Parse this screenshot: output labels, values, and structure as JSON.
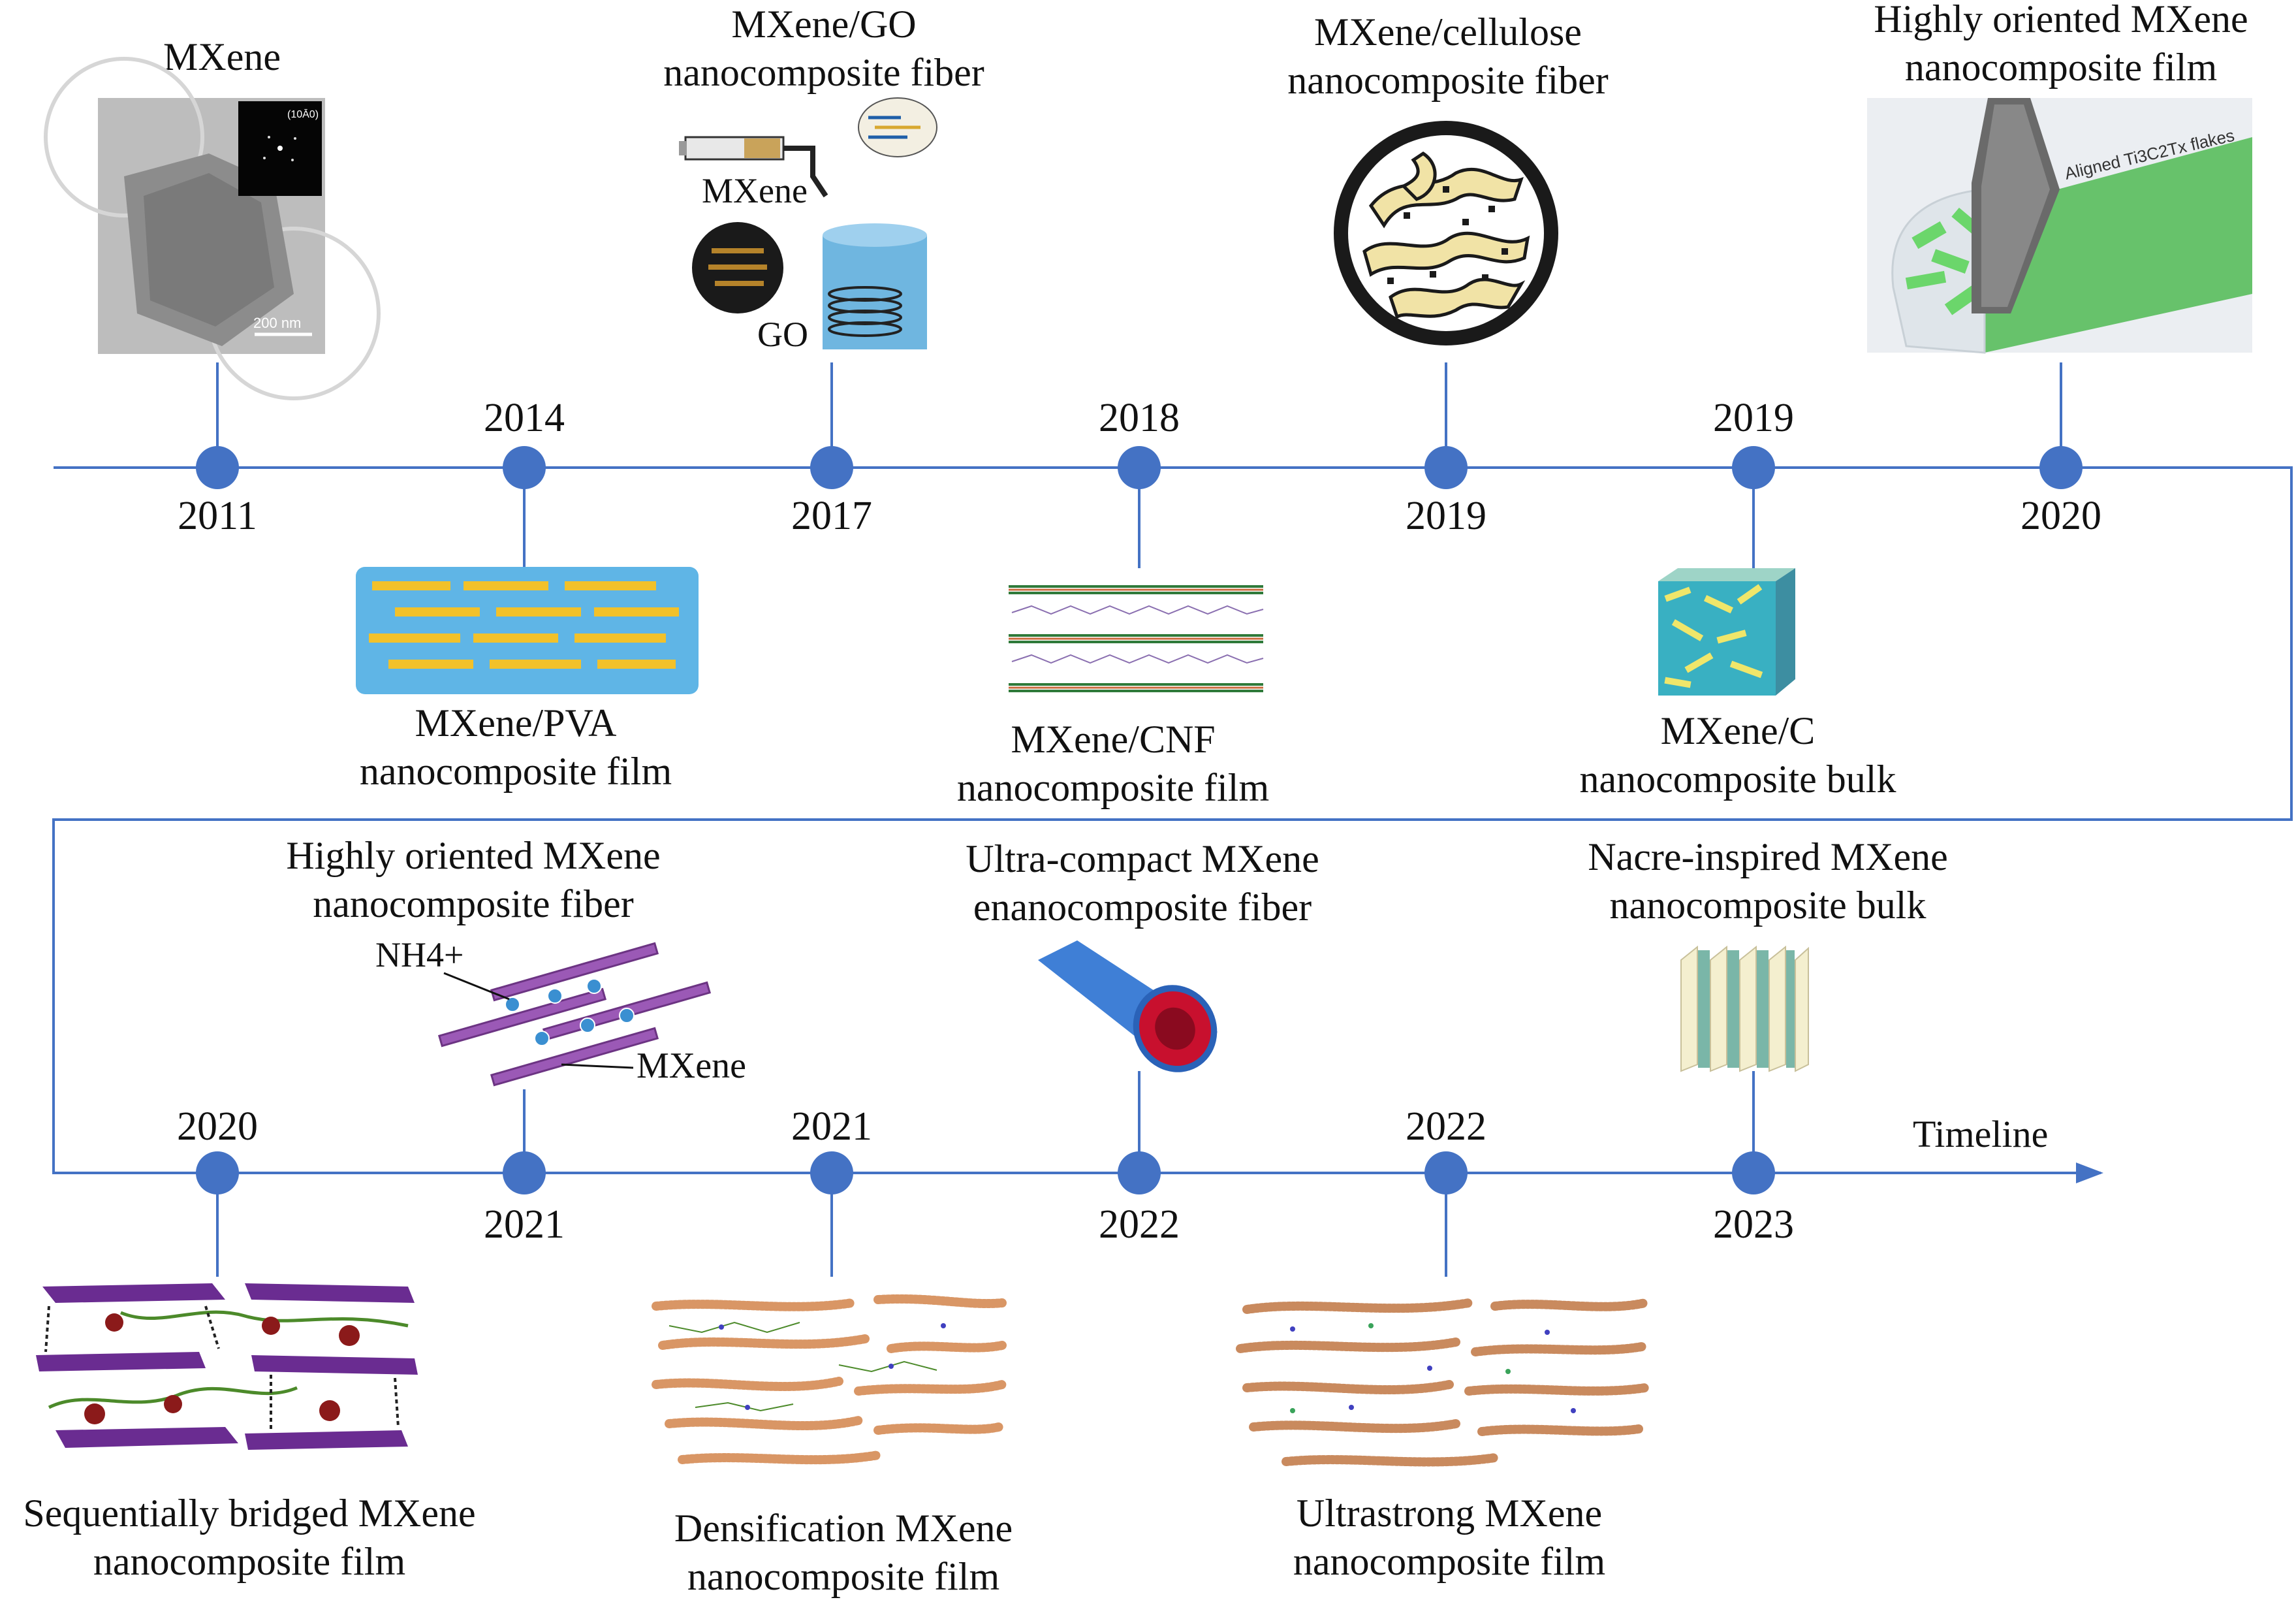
{
  "row1": {
    "years_below": [
      "2011",
      "2017",
      "2019",
      "2020"
    ],
    "years_above": [
      "2014",
      "2018",
      "2019"
    ],
    "labels_top": [
      {
        "l1": "MXene",
        "l2": ""
      },
      {
        "l1": "MXene/GO",
        "l2": "nanocomposite fiber"
      },
      {
        "l1": "MXene/cellulose",
        "l2": "nanocomposite fiber"
      },
      {
        "l1": "Highly oriented MXene",
        "l2": "nanocomposite film"
      }
    ],
    "labels_bottom": [
      {
        "l1": "MXene/PVA",
        "l2": "nanocomposite film"
      },
      {
        "l1": "MXene/CNF",
        "l2": "nanocomposite film"
      },
      {
        "l1": "MXene/C",
        "l2": "nanocomposite bulk"
      }
    ]
  },
  "row2": {
    "years_above": [
      "2020",
      "2021",
      "2022"
    ],
    "years_below": [
      "2021",
      "2022",
      "2023"
    ],
    "labels_top": [
      {
        "l1": "Highly oriented MXene",
        "l2": "nanocomposite fiber"
      },
      {
        "l1": "Ultra-compact MXene",
        "l2": "enanocomposite fiber"
      },
      {
        "l1": "Nacre-inspired MXene",
        "l2": "nanocomposite bulk"
      }
    ],
    "labels_bottom": [
      {
        "l1": "Sequentially bridged MXene",
        "l2": "nanocomposite film"
      },
      {
        "l1": "Densification MXene",
        "l2": "nanocomposite film"
      },
      {
        "l1": "Ultrastrong MXene",
        "l2": "nanocomposite film"
      }
    ]
  },
  "image_text": {
    "tem_scale": "200 nm",
    "tem_diffraction": "(10Ā0)",
    "go_mxene": "MXene",
    "go_go": "GO",
    "aligned": "Aligned Ti3C2Tx flakes",
    "nh4": "NH4+",
    "fiber_mxene": "MXene"
  },
  "timeline_label": "Timeline",
  "colors": {
    "line": "#4472C4",
    "dot": "#4472C4"
  }
}
